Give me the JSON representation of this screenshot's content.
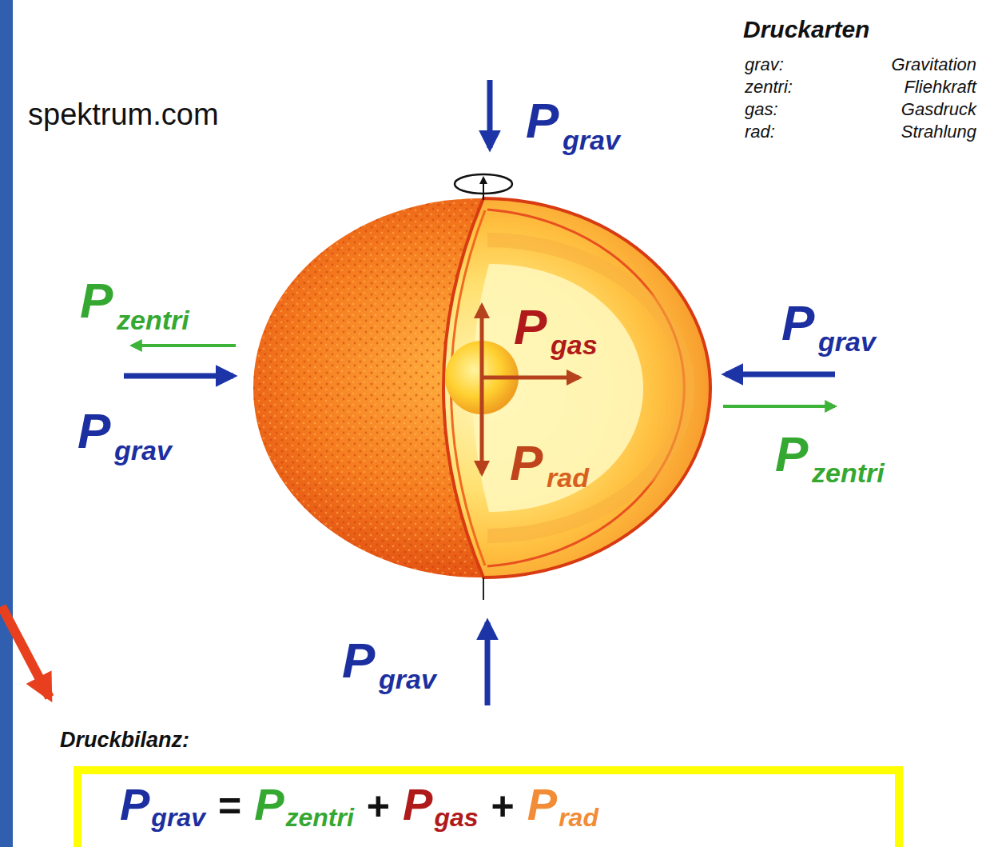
{
  "diagram": {
    "nodes": [
      {
        "text": [
          "P",
          "grav",
          "=",
          "P",
          "zentri",
          "+",
          "P",
          "gas",
          "+",
          "P",
          "rad"
        ]
      }
    ],
    "labels": [
      "spektrum.com",
      "Druckarten",
      "grav:",
      "Gravitation",
      "zentri:",
      "Fliehkraft",
      "gas:",
      "Gasdruck",
      "rad:",
      "Strahlung",
      "P",
      "grav",
      "P",
      "zentri",
      "P",
      "grav",
      "P",
      "gas",
      "P",
      "rad",
      "P",
      "grav",
      "P",
      "zentri",
      "P",
      "grav",
      "Druckbilanz:"
    ]
  }
}
